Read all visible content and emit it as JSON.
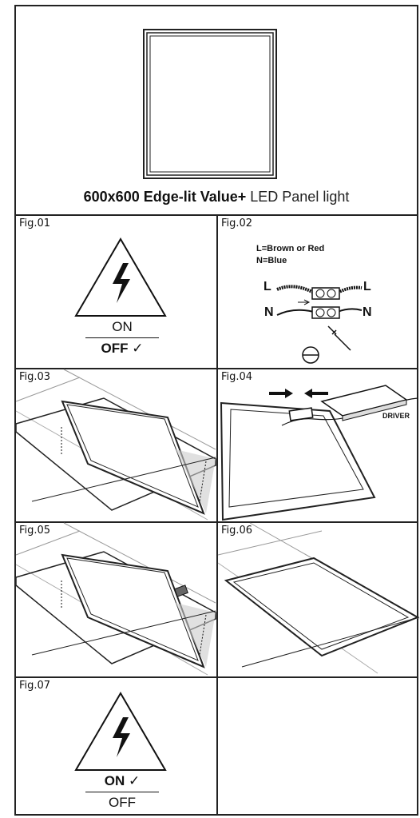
{
  "product": {
    "title_bold": "600x600 Edge-lit Value+",
    "title_light": " LED Panel light"
  },
  "figures": {
    "fig01": {
      "label": "Fig.01",
      "on": "ON",
      "off": "OFF",
      "check": "✓"
    },
    "fig02": {
      "label": "Fig.02",
      "legend_l": "L=Brown or Red",
      "legend_n": "N=Blue",
      "l_left": "L",
      "l_right": "L",
      "n_left": "N",
      "n_right": "N"
    },
    "fig03": {
      "label": "Fig.03"
    },
    "fig04": {
      "label": "Fig.04",
      "driver": "DRIVER"
    },
    "fig05": {
      "label": "Fig.05"
    },
    "fig06": {
      "label": "Fig.06"
    },
    "fig07": {
      "label": "Fig.07",
      "on": "ON",
      "off": "OFF",
      "check": "✓"
    }
  },
  "icons": [
    "panel-light-icon",
    "electric-hazard-icon",
    "wiring-diagram",
    "screwdriver-icon",
    "arrow-icon",
    "driver-box-icon"
  ]
}
